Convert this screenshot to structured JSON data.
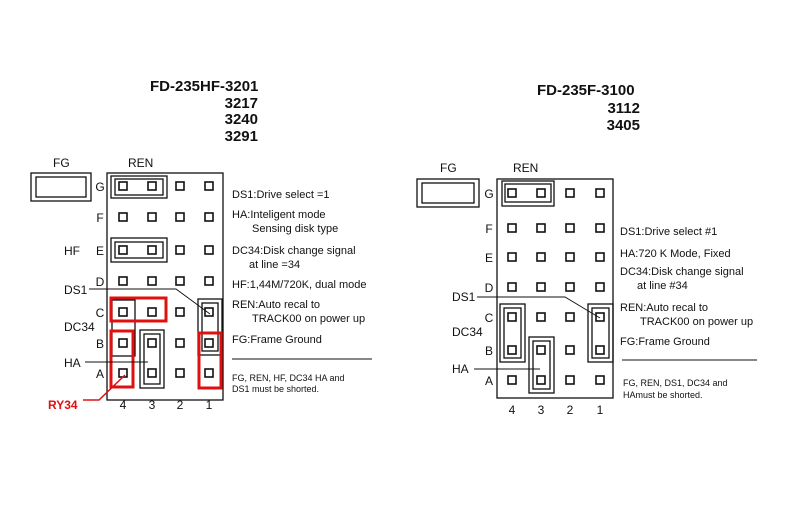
{
  "left": {
    "title": "FD-235HF-3201",
    "models": [
      "3217",
      "3240",
      "3291"
    ],
    "fg_label": "FG",
    "ren_label": "REN",
    "rows": [
      "G",
      "F",
      "E",
      "D",
      "C",
      "B",
      "A"
    ],
    "cols": [
      "4",
      "3",
      "2",
      "1"
    ],
    "side_labels": {
      "hf": "HF",
      "ds1": "DS1",
      "dc34": "DC34",
      "ha": "HA",
      "ry34": "RY34"
    },
    "legend": [
      [
        "DS1:Drive select =1"
      ],
      [
        "HA:Inteligent mode",
        "Sensing disk type"
      ],
      [
        "DC34:Disk change signal",
        "at line =34"
      ],
      [
        "HF:1,44M/720K, dual mode"
      ],
      [
        "REN:Auto recal to",
        "TRACK00 on power up"
      ],
      [
        "FG:Frame Ground"
      ]
    ],
    "note": [
      "FG, REN, HF, DC34 HA and",
      "DS1 must be shorted."
    ]
  },
  "right": {
    "title": "FD-235F-3100",
    "models": [
      "3112",
      "3405"
    ],
    "fg_label": "FG",
    "ren_label": "REN",
    "rows": [
      "G",
      "F",
      "E",
      "D",
      "C",
      "B",
      "A"
    ],
    "cols": [
      "4",
      "3",
      "2",
      "1"
    ],
    "side_labels": {
      "ds1": "DS1",
      "dc34": "DC34",
      "ha": "HA"
    },
    "legend": [
      [
        "DS1:Drive select #1"
      ],
      [
        "HA:720 K Mode, Fixed"
      ],
      [
        "DC34:Disk change signal",
        "at line #34"
      ],
      [
        "REN:Auto recal to",
        "TRACK00 on power up"
      ],
      [
        "FG:Frame Ground"
      ]
    ],
    "note": [
      "FG, REN, DS1, DC34 and",
      "HAmust be shorted."
    ]
  },
  "colors": {
    "highlight": "#e01010"
  }
}
